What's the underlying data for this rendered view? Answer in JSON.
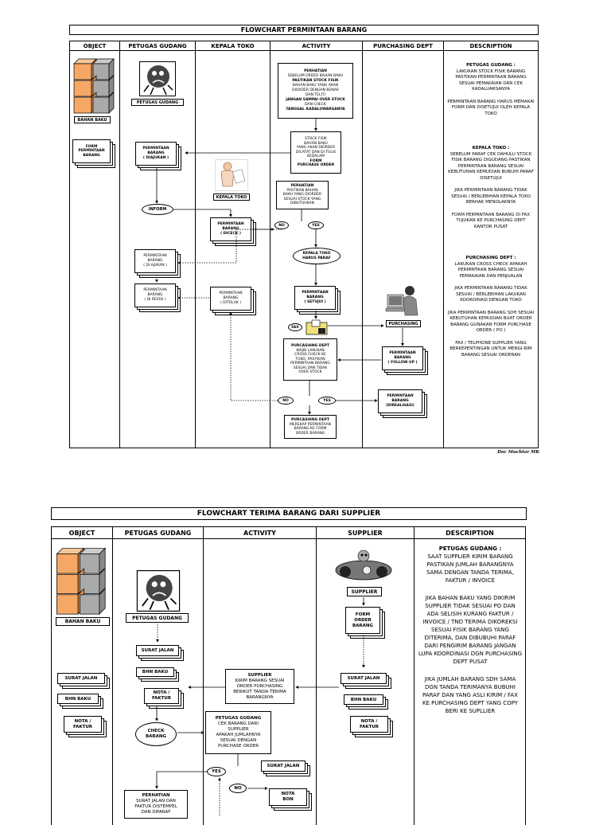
{
  "chart1": {
    "title": "FLOWCHART PERMINTAAN BARANG",
    "headers": [
      "OBJECT",
      "PETUGAS GUDANG",
      "KEPALA TOKO",
      "ACTIVITY",
      "PURCHASING DEPT",
      "DESCRIPTION"
    ],
    "bahan_baku": "BAHAN BAKU",
    "form_permintaan": "FORM\nPERMINTAAN\nBARANG",
    "petugas_gudang": "PETUGAS GUDANG",
    "kepala_toko": "KEPALA TOKO",
    "purchasing": "PURCHASING",
    "perhatian_1": {
      "head": "PERHATIAN",
      "l1": "SEBELUM ORDER BAHAN BAKU",
      "l2": "PASTIKAN STOCK FISIK",
      "l3": "BAHAN BAKU YANG AKAN",
      "l4": "DIORDER DENGAN BENAR",
      "l5": "DAN TELITI",
      "l6": "JANGAN SAMPAI OVER STOCK",
      "l7": "DAN CHECK",
      "l8": "TANGGAL KADALUWARSANYA"
    },
    "stock_fisik": {
      "l1": "STOCK FISIK",
      "l2": "BAHAN BAKU",
      "l3": "YANG AKAN DIORDER",
      "l4": "DICATAT DAN DI TULIS",
      "l5": "KEDALAM",
      "l6": "FORM",
      "l7": "PURCHASE ORDER"
    },
    "pb_diajukan_gudang": "PERMINTAAN\nBARANG\n( DIAJUKAN )",
    "inform": "INFORM",
    "perhatian_2": {
      "head": "PERHATIAN",
      "l1": "PASTIKAN BAHAN",
      "l2": "BAKU YANG DIORDER",
      "l3": "SESUAI STOCK YANG",
      "l4": "DIBUTUHKAN"
    },
    "pb_dicek": "PERMINTAAN\nBARANG\n( DICECK )",
    "no": "NO",
    "yes": "YES",
    "kepala_harus_paraf": "KEPALA TOKO\nHARUS PARAF",
    "pb_di_ajukan_obj": "PERMINTAAN\nBARANG\n( DI AJUKAN )",
    "pb_di_revisi": "PERMINTAAN\nBARANG\n( DI REVISI )",
    "pb_ditolak": "PERMINTAAN\nBARANG\n( DITOLAK )",
    "pb_setujui": "PERMINTAAN\nBARANG\n( SETUJUI )",
    "fax": "FAX",
    "purchasing_dept_box": {
      "head": "PURCASHING DEPT",
      "l1": "WAJIB LAKUKAN",
      "l2": "CROSS CHECK KE",
      "l3": "TOKO, PASTIKAN",
      "l4": "PERMINTAAN BARANG",
      "l5": "SESUAI DAN TIDAK",
      "l6": "OVER STOCK"
    },
    "pb_follow_up": "PERMINTAAN\nBARANG\n( FOLLOW UP )",
    "pb_direalisasi": "PERMINTAAN\nBARANG\n(DIREALISASI)",
    "purchasing_dept_box2": {
      "head": "PURCASHING DEPT",
      "l1": "MEREKAP PERMINTAAN",
      "l2": "BARANG KE FORM",
      "l3": "ORDER BARANG"
    },
    "desc": {
      "pg_head": "PETUGAS GUDANG :",
      "pg_1": "LAKUKAN STOCK FISIK BARANG PASTIKAN PERMINTAAN BARANG SESUAI PEMAKAIAN DAN CEK KADALUARSANYA",
      "pg_2": "PERMINTAAN BARANG HARUS MEMAKAI FORM DAN DISETUJUI OLEH KEPALA TOKO",
      "kt_head": "KEPALA TOKO :",
      "kt_1": "SEBELUM PARAF CEK DAHULU STOCK FISIK BARANG DIGUDANG PASTIKAN PERMINTAAN BARANG SESUAI KEBUTUHAN KEMUDIAN BUBUHI PARAF DISETUJUI",
      "kt_2": "JIKA PERMINTAAN BARANG TIDAK SESUAI / BERLEBIHAN KEPALA TOKO BERHAK MENOLAKNYA",
      "kt_3": "FORM PERMINTAAN BARANG DI FAX TUJUKAN KE PURCHASING DEPT KANTOR PUSAT",
      "pd_head": "PURCHASING DEPT :",
      "pd_1": "LAKUKAN CROSS CHECK APAKAH PERMINTAAN BARANG SESUAI PEMAKAIAN DAN PENJUALAN",
      "pd_2": "JIKA PERMINTAAN BARANG TIDAK SESUAI / BERLEBIHAN LAKUKAN KOORDINASI DENGAN TOKO",
      "pd_3": "JIKA PERMINTAAN BARANG SDH SESUAI KEBUTUHAN KEMUDIAN BUAT ORDER BARANG GUNAKAN FORM PURCHASE ORDER ( PO )",
      "pd_4": "FAX / TELPHONE SUPPLIER YANG BERKEPENTINGAN UNTUK MENGI-RIM BARANG SESUAI ORDERAN"
    },
    "signature": "Doc Muchtar MK"
  },
  "chart2": {
    "title": "FLOWCHART TERIMA BARANG DARI SUPPLIER",
    "headers": [
      "OBJECT",
      "PETUGAS GUDANG",
      "ACTIVITY",
      "SUPPLIER",
      "DESCRIPTION"
    ],
    "bahan_baku": "BAHAN BAKU",
    "petugas_gudang": "PETUGAS GUDANG",
    "supplier": "SUPPLIER",
    "form_order": "FORM\nORDER\nBARANG",
    "surat_jalan": "SURAT JALAN",
    "bhn_baku": "BHN BAKU",
    "nota_faktur": "NOTA /\nFAKTUR",
    "supplier_box": {
      "head": "SUPPLIER",
      "l1": "KIRIM BARANG SESUAI",
      "l2": "ORDER PURCHASING",
      "l3": "BERIKUT TANDA TERIMA",
      "l4": "BARANGNYA"
    },
    "check_barang": "CHECK\nBARANG",
    "pg_box": {
      "head": "PETUGAS GUDANG",
      "l1": "CEK BARANG DARI",
      "l2": "SUPPLIER",
      "l3": "APAKAH JUMLAHNYA",
      "l4": "SESUAI DENGAN",
      "l5": "PURCHASE ORDER"
    },
    "yes": "YES",
    "no": "NO",
    "nota_bon": "NOTA\nBON",
    "perhatian": {
      "head": "PERHATIAN",
      "l1": "SURAT JALAN DAN",
      "l2": "FAKTUR DISTEMPEL",
      "l3": "DAN DIPARAF"
    },
    "desc": {
      "head": "PETUGAS GUDANG :",
      "p1": "SAAT SUPPLIER KIRIM BARANG PASTIKAN JUMLAH BARANGNYA SAMA DENGAN TANDA TERIMA, FAKTUR / INVOICE",
      "p2": "JIKA BAHAN BAKU YANG DIKIRIM SUPPLIER TIDAK SESUAI PO DAN ADA SELISIH KURANG FAKTUR / INVOICE / TND TERIMA DIKOREKSI SESUAI FISIK BARANG YANG DITERIMA, DAN DIBUBUHI PARAF DARI PENGIRIM BARANG JANGAN LUPA KOORDINASI DGN PURCHASING DEPT PUSAT",
      "p3": "JIKA JUMLAH BARANG SDH SAMA DGN TANDA TERIMANYA BUBUHI PARAF DAN YANG ASLI KIRIM / FAX KE PURCHASING DEPT YANG COPY BERI KE SUPLLIER"
    }
  }
}
